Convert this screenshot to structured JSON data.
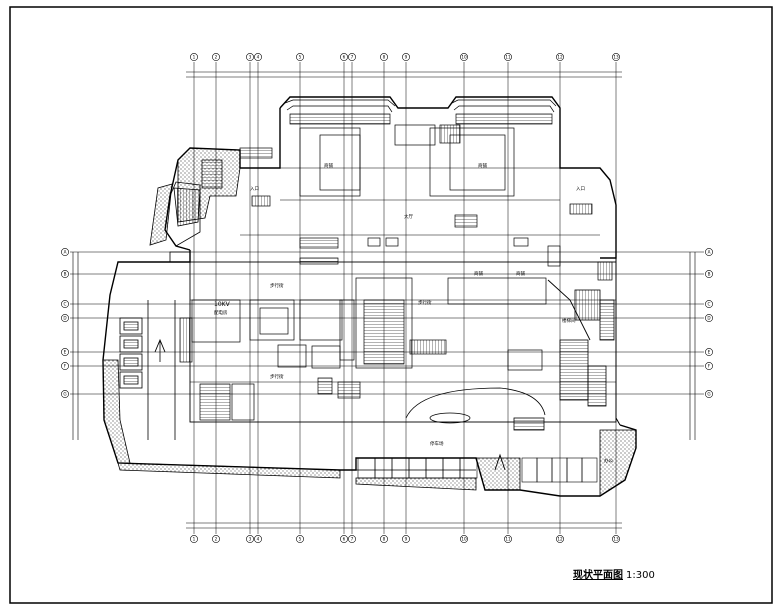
{
  "drawing": {
    "title": "现状平面图",
    "scale": "1:300",
    "grid_columns": [
      "1",
      "2",
      "3",
      "4",
      "5",
      "6",
      "7",
      "8",
      "9",
      "10",
      "11",
      "12",
      "13"
    ],
    "grid_rows": [
      "A",
      "B",
      "C",
      "D",
      "E",
      "F",
      "G"
    ],
    "room_labels": {
      "entrance_left": "入口",
      "entrance_right": "入口",
      "shop_a": "商铺",
      "shop_b": "商铺",
      "shop_c": "商铺",
      "shop_d": "商铺",
      "hall": "大厅",
      "kv_room": "10KV",
      "kv_sub": "配电房",
      "mall_upper": "步行街",
      "mall_lower": "步行街",
      "mall_center": "步行街",
      "stair_room": "楼梯间",
      "parking": "停车场",
      "office": "办公"
    }
  },
  "colors": {
    "line": "#000000",
    "background": "#ffffff"
  }
}
